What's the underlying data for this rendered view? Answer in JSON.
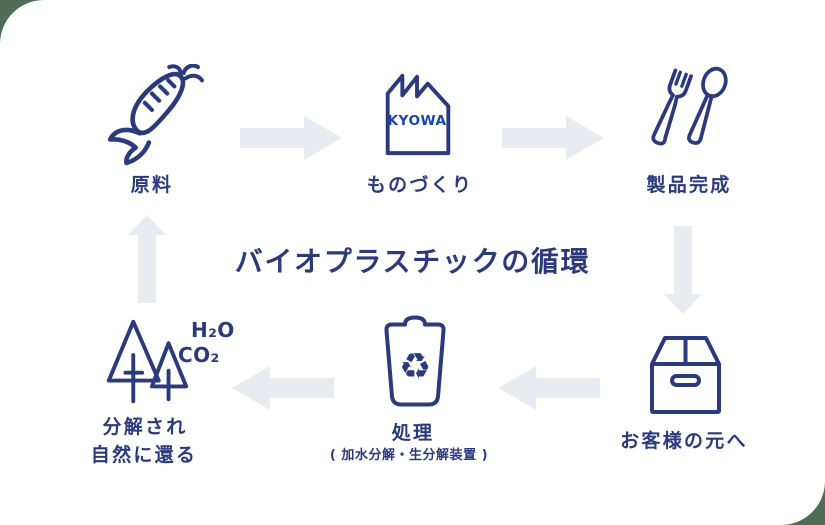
{
  "page": {
    "background_color": "#4e6c56",
    "card_background": "#ffffff"
  },
  "title": "バイオプラスチックの循環",
  "colors": {
    "navy": "#2b3a7d",
    "kyowa_blue": "#1845ad",
    "arrow_gray": "#e9ebf0"
  },
  "kyowa_logo": "KYOWA",
  "recycle_symbol": "♻",
  "steps": {
    "raw_material": {
      "label": "原料"
    },
    "manufacturing": {
      "label": "ものづくり"
    },
    "product_complete": {
      "label": "製品完成"
    },
    "to_customer": {
      "label": "お客様の元へ"
    },
    "processing": {
      "label": "処理",
      "sublabel": "( 加水分解・生分解装置 )"
    },
    "return_to_nature": {
      "line1": "分解され",
      "line2": "自然に還る",
      "emission_1": "H₂O",
      "emission_2": "CO₂"
    }
  }
}
